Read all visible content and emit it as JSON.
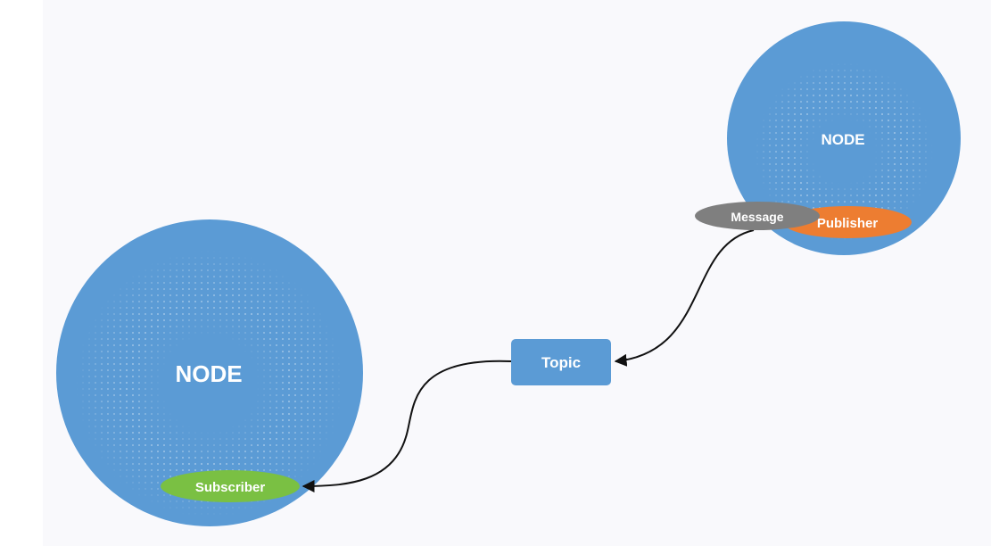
{
  "diagram": {
    "nodes": [
      {
        "id": "node-subscriber-side",
        "label": "NODE"
      },
      {
        "id": "node-publisher-side",
        "label": "NODE"
      }
    ],
    "subscriber": {
      "label": "Subscriber"
    },
    "publisher": {
      "label": "Publisher"
    },
    "message": {
      "label": "Message"
    },
    "topic": {
      "label": "Topic"
    },
    "colors": {
      "node": "#5b9bd5",
      "subscriber": "#7ac043",
      "publisher": "#ed7d31",
      "message": "#7f7f7f",
      "topic": "#5b9bd5",
      "connector": "#111111"
    }
  }
}
